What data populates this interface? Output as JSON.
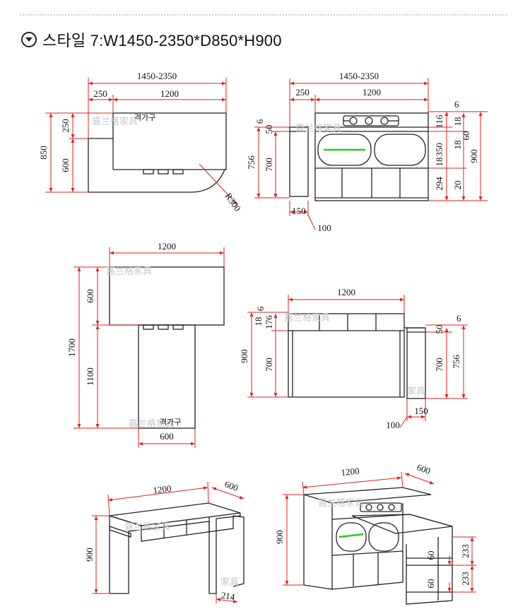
{
  "header": {
    "title": "스타일 7:W1450-2350*D850*H900",
    "expand_icon": "chevron-down-circle-icon"
  },
  "colors": {
    "dimension_line": "#e02020",
    "outline": "#222222",
    "watermark": "#c6c6c6",
    "burner_highlight": "#22cc22"
  },
  "watermark": {
    "brand": "嘉兰格家具",
    "brand_short": "家具",
    "korean": "격가구"
  },
  "views": {
    "top": {
      "w_total": "1450-2350",
      "w1": "250",
      "w2": "1200",
      "d_total": "850",
      "d1": "250",
      "d2": "600",
      "radius": "R300"
    },
    "front": {
      "w_total": "1450-2350",
      "w1": "250",
      "w2": "1200",
      "l_a": "50",
      "l_b": "6",
      "l_c": "756",
      "l_d": "700",
      "l_e": "150",
      "l_f": "100",
      "r_a": "6",
      "r_b": "116",
      "r_c": "18",
      "r_d": "60",
      "r_e": "350",
      "r_f": "18",
      "r_g": "18",
      "r_h": "294",
      "r_i": "20",
      "r_total": "900"
    },
    "top_ext": {
      "w": "1200",
      "d1": "600",
      "d2": "1100",
      "d_total": "1700",
      "w_bottom": "600"
    },
    "back": {
      "w": "1200",
      "l_a": "6",
      "l_b": "18",
      "l_c": "176",
      "l_d": "700",
      "l_total": "900",
      "r_a": "6",
      "r_b": "50",
      "r_c": "700",
      "r_d": "756",
      "b_a": "150",
      "b_b": "100"
    },
    "iso_left": {
      "w": "1200",
      "d": "600",
      "h": "900",
      "leg": "214"
    },
    "iso_right": {
      "w": "1200",
      "d": "600",
      "h": "900",
      "s_a": "233",
      "s_b": "233",
      "s_c": "60",
      "s_d": "60"
    }
  }
}
